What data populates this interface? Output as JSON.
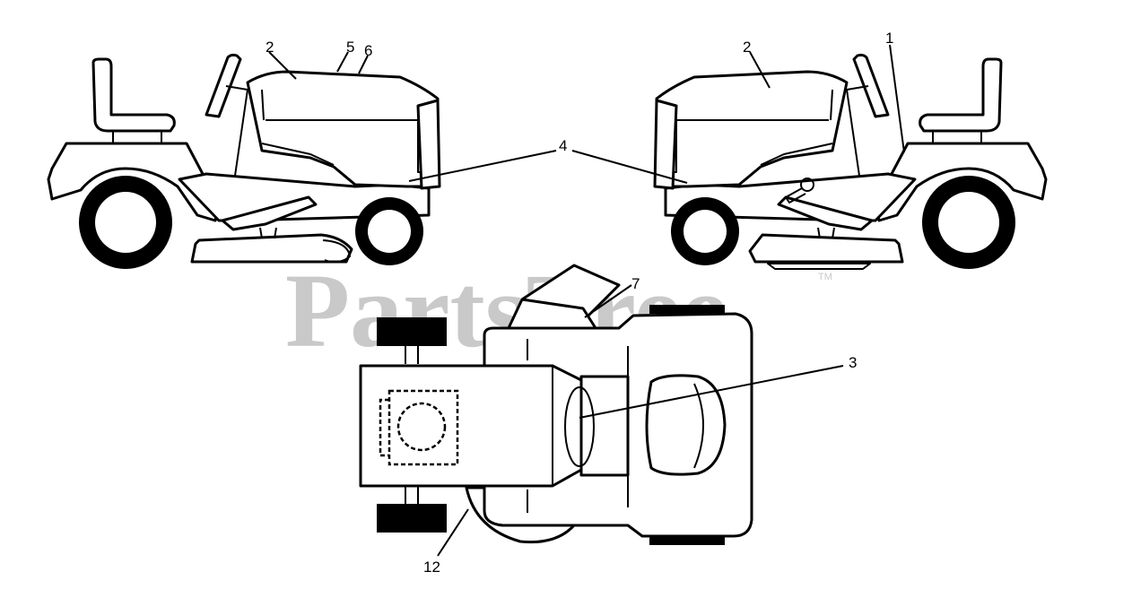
{
  "watermark": {
    "text": "PartsTree",
    "mark": "TM"
  },
  "callouts": [
    {
      "id": "c1",
      "label": "1"
    },
    {
      "id": "c2a",
      "label": "2"
    },
    {
      "id": "c2b",
      "label": "2"
    },
    {
      "id": "c3",
      "label": "3"
    },
    {
      "id": "c4",
      "label": "4"
    },
    {
      "id": "c5",
      "label": "5"
    },
    {
      "id": "c6",
      "label": "6"
    },
    {
      "id": "c7",
      "label": "7"
    },
    {
      "id": "c12",
      "label": "12"
    }
  ]
}
